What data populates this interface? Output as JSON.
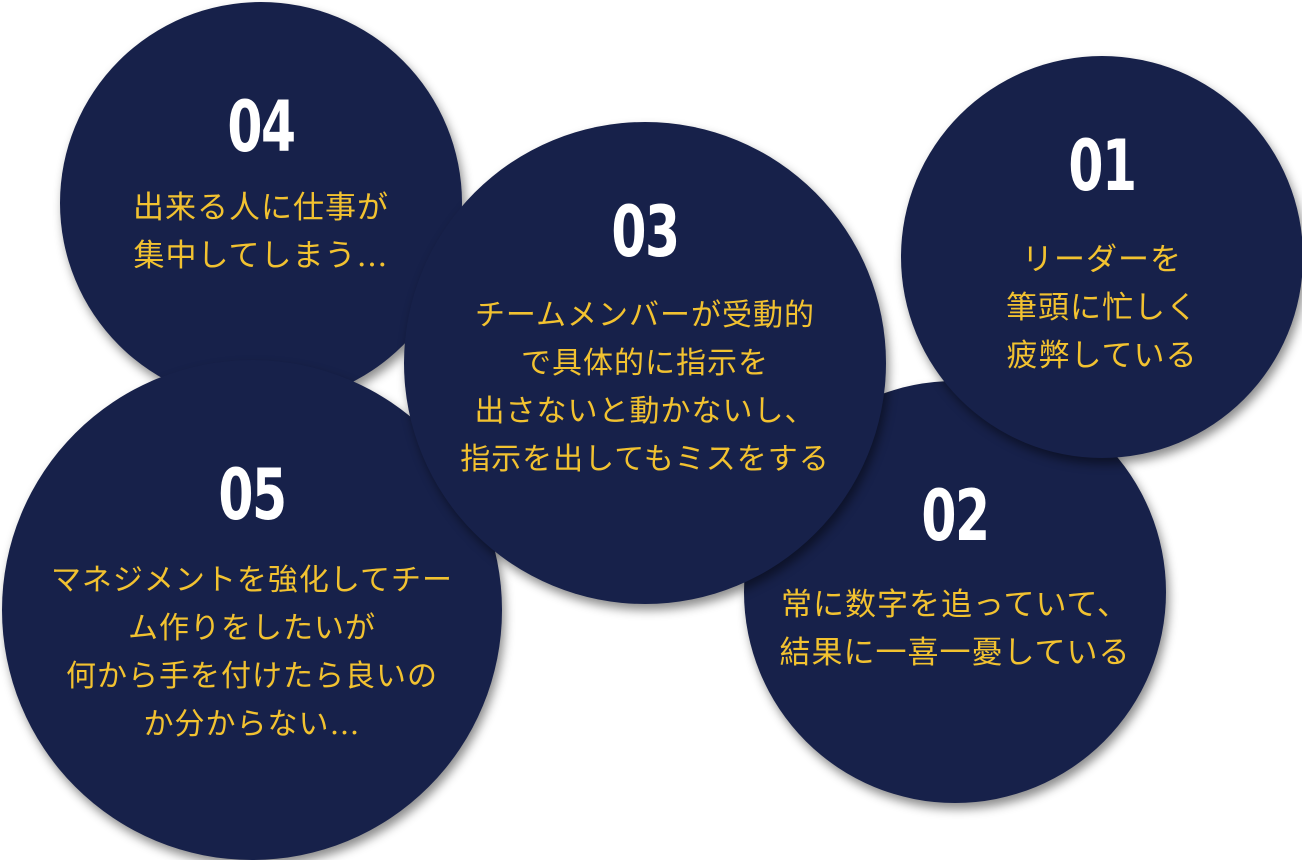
{
  "colors": {
    "circle": "#17214a",
    "number": "#ffffff",
    "text": "#f2c230"
  },
  "items": [
    {
      "number": "04",
      "lines": [
        "出来る人に仕事が",
        "集中してしまう…"
      ]
    },
    {
      "number": "03",
      "lines": [
        "チームメンバーが受動的",
        "で具体的に指示を",
        "出さないと動かないし、",
        "指示を出してもミスをする"
      ]
    },
    {
      "number": "01",
      "lines": [
        "リーダーを",
        "筆頭に忙しく",
        "疲弊している"
      ]
    },
    {
      "number": "02",
      "lines": [
        "常に数字を追っていて、",
        "結果に一喜一憂している"
      ]
    },
    {
      "number": "05",
      "lines": [
        "マネジメントを強化してチー",
        "ム作りをしたいが",
        "何から手を付けたら良いの",
        "か分からない…"
      ]
    }
  ]
}
